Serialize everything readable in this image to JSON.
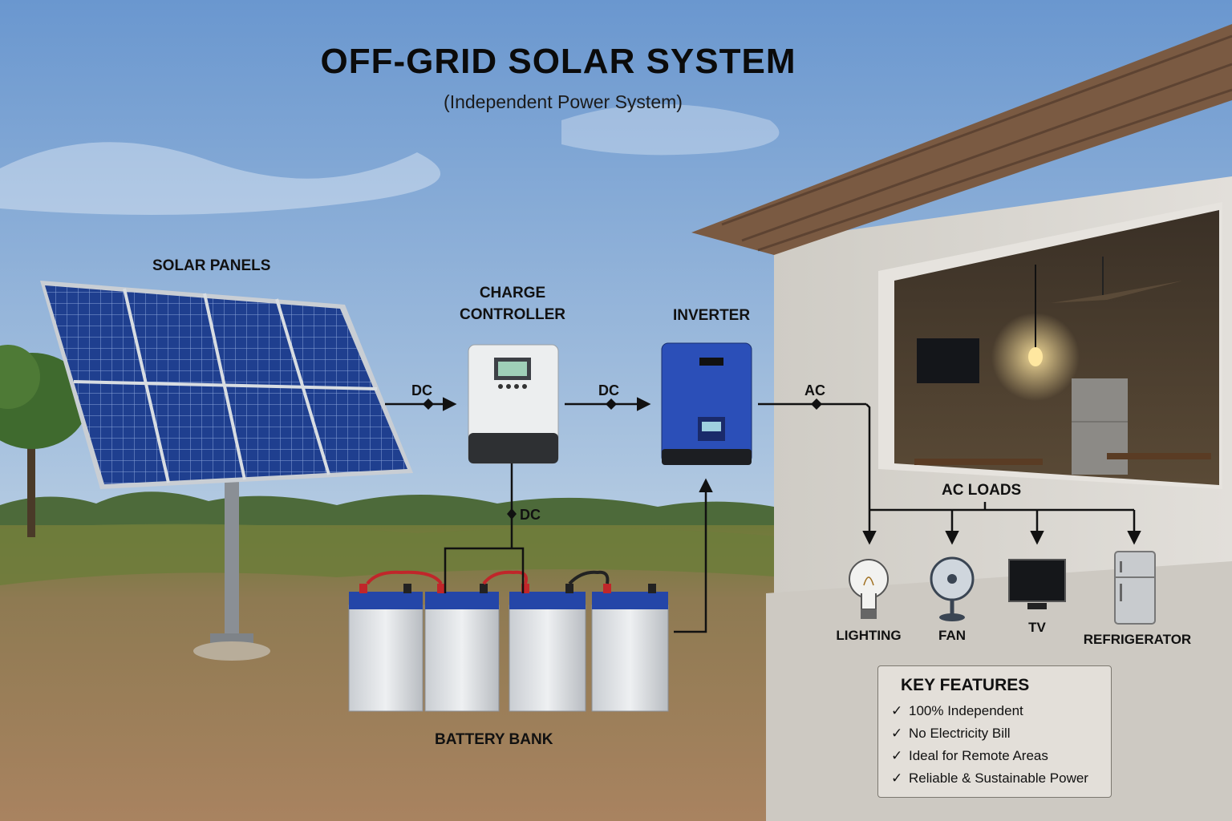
{
  "title": "OFF-GRID SOLAR SYSTEM",
  "subtitle": "(Independent Power System)",
  "components": {
    "solar_panels": "SOLAR PANELS",
    "charge_controller_line1": "CHARGE",
    "charge_controller_line2": "CONTROLLER",
    "inverter": "INVERTER",
    "battery_bank": "BATTERY BANK",
    "ac_loads": "AC LOADS"
  },
  "flows": {
    "panels_to_controller": "DC",
    "controller_to_inverter": "DC",
    "controller_to_battery": "DC",
    "inverter_to_loads": "AC"
  },
  "loads": [
    {
      "label": "LIGHTING",
      "icon": "light-bulb-icon"
    },
    {
      "label": "FAN",
      "icon": "fan-icon"
    },
    {
      "label": "TV",
      "icon": "tv-icon"
    },
    {
      "label": "REFRIGERATOR",
      "icon": "refrigerator-icon"
    }
  ],
  "key_features": {
    "heading": "KEY FEATURES",
    "items": [
      "100% Independent",
      "No Electricity Bill",
      "Ideal for Remote Areas",
      "Reliable & Sustainable Power"
    ]
  },
  "colors": {
    "sky_top": "#6b98cf",
    "sky_bottom": "#dfe8ef",
    "panel_cell": "#1f3f8f",
    "inverter_body": "#2b4fb8",
    "battery_cap": "#2446a8",
    "ground": "#a37d55",
    "wall": "#d6d3cd"
  }
}
